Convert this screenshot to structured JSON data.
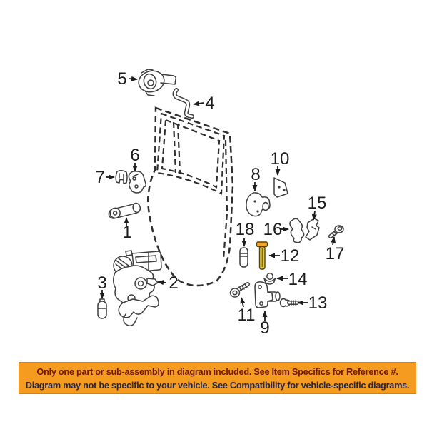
{
  "diagram": {
    "name": "rear-door-lock-hardware-exploded-parts-diagram",
    "line_color": "#3f3f3f",
    "label_color": "#1c1c1c",
    "labels": {
      "p1": "1",
      "p2": "2",
      "p3": "3",
      "p4": "4",
      "p5": "5",
      "p6": "6",
      "p7": "7",
      "p8": "8",
      "p9": "9",
      "p10": "10",
      "p11": "11",
      "p12": "12",
      "p13": "13",
      "p14": "14",
      "p15": "15",
      "p16": "16",
      "p17": "17",
      "p18": "18"
    },
    "highlighted_part": "12",
    "highlight": {
      "head_color": "#f0a52e",
      "shaft_color": "#e6c945",
      "outline_color": "#53430a"
    }
  },
  "banner": {
    "bg_color": "#f59c20",
    "border_color": "#d7800f",
    "line1": "Only one part or sub-assembly in diagram included. See Item Specifics for Reference #.",
    "line1_color": "#701a0c",
    "line2": "Diagram may not be specific to your vehicle. See Compatibility for vehicle-specific diagrams.",
    "line2_color": "#20294f"
  }
}
